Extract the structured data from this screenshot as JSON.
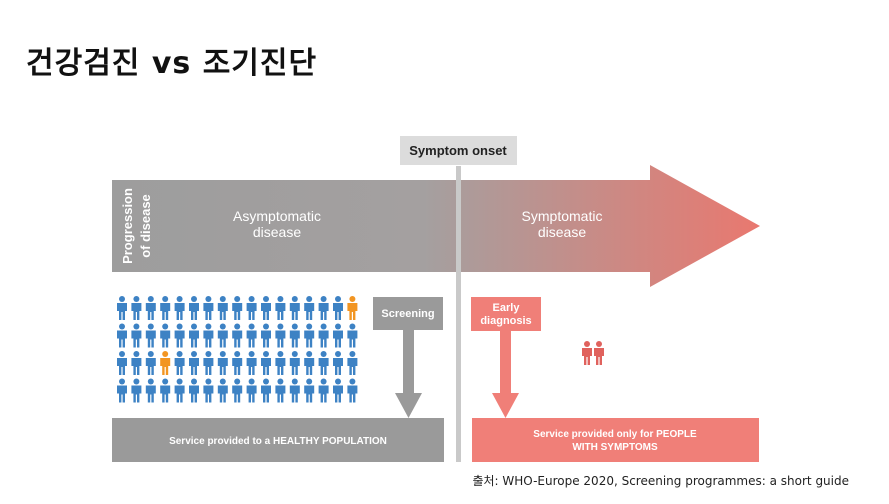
{
  "title": "건강검진 vs 조기진단",
  "diagram": {
    "symptom_onset_label": "Symptom onset",
    "progression_label_line1": "Progression",
    "progression_label_line2": "of disease",
    "asymptomatic_line1": "Asymptomatic",
    "asymptomatic_line2": "disease",
    "symptomatic_line1": "Symptomatic",
    "symptomatic_line2": "disease",
    "screening_label": "Screening",
    "early_diagnosis_line1": "Early",
    "early_diagnosis_line2": "diagnosis",
    "healthy_service_label": "Service provided to a HEALTHY POPULATION",
    "symptoms_service_line1": "Service provided only for PEOPLE",
    "symptoms_service_line2": "WITH SYMPTOMS",
    "crowd": {
      "rows": 4,
      "cols": 17,
      "highlighted": [
        [
          0,
          16
        ],
        [
          2,
          3
        ]
      ]
    },
    "colors": {
      "gray": "#9a9a9a",
      "dark_gray": "#888888",
      "salmon": "#f07f78",
      "blue": "#3d82c4",
      "orange": "#f29522",
      "red_person": "#e0625d"
    }
  },
  "credit": "출처: WHO-Europe 2020, Screening programmes: a short guide"
}
